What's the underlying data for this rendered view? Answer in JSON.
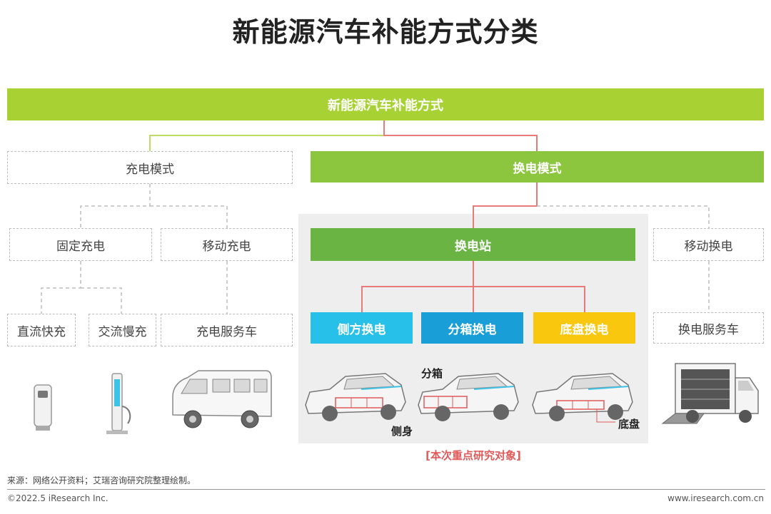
{
  "title": "新能源汽车补能方式分类",
  "root": "新能源汽车补能方式",
  "modes": {
    "charging": "充电模式",
    "swapping": "换电模式"
  },
  "charging": {
    "fixed": "固定充电",
    "mobile": "移动充电",
    "dc_fast": "直流快充",
    "ac_slow": "交流慢充",
    "service_vehicle": "充电服务车"
  },
  "swapping": {
    "station": "换电站",
    "mobile": "移动换电",
    "side": "侧方换电",
    "split": "分箱换电",
    "chassis": "底盘换电",
    "service_vehicle": "换电服务车"
  },
  "labels": {
    "split_box": "分箱",
    "side_body": "侧身",
    "chassis": "底盘",
    "focus": "[本次重点研究对象]"
  },
  "source": "来源：网络公开资料；艾瑞咨询研究院整理绘制。",
  "copyright": "©2022.5 iResearch Inc.",
  "website": "www.iresearch.com.cn",
  "colors": {
    "root_green": "#a8d233",
    "swap_green": "#8cc63f",
    "station_green": "#6ab443",
    "side_cyan": "#26c0e8",
    "split_blue": "#1a9ed8",
    "chassis_yellow": "#f9c80e",
    "connector_red": "#e87a7a"
  }
}
